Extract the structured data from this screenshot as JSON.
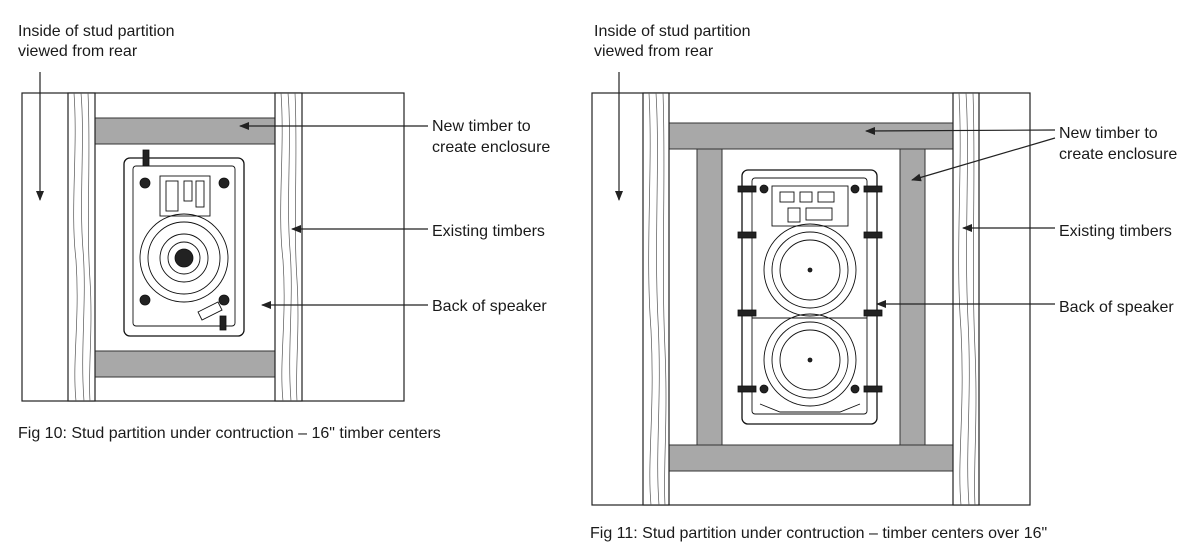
{
  "fig10": {
    "label_inside_line1": "Inside of stud partition",
    "label_inside_line2": "viewed from rear",
    "label_new_timber_line1": "New timber to",
    "label_new_timber_line2": "create enclosure",
    "label_existing": "Existing timbers",
    "label_back": "Back of speaker",
    "caption": "Fig 10: Stud partition under contruction – 16\" timber centers"
  },
  "fig11": {
    "label_inside_line1": "Inside of stud partition",
    "label_inside_line2": "viewed from rear",
    "label_new_timber_line1": "New timber to",
    "label_new_timber_line2": "create enclosure",
    "label_existing": "Existing timbers",
    "label_back": "Back of speaker",
    "caption": "Fig 11: Stud partition under contruction – timber centers over 16\""
  },
  "colors": {
    "new_timber_fill": "#a8a8a8",
    "line": "#222222"
  }
}
